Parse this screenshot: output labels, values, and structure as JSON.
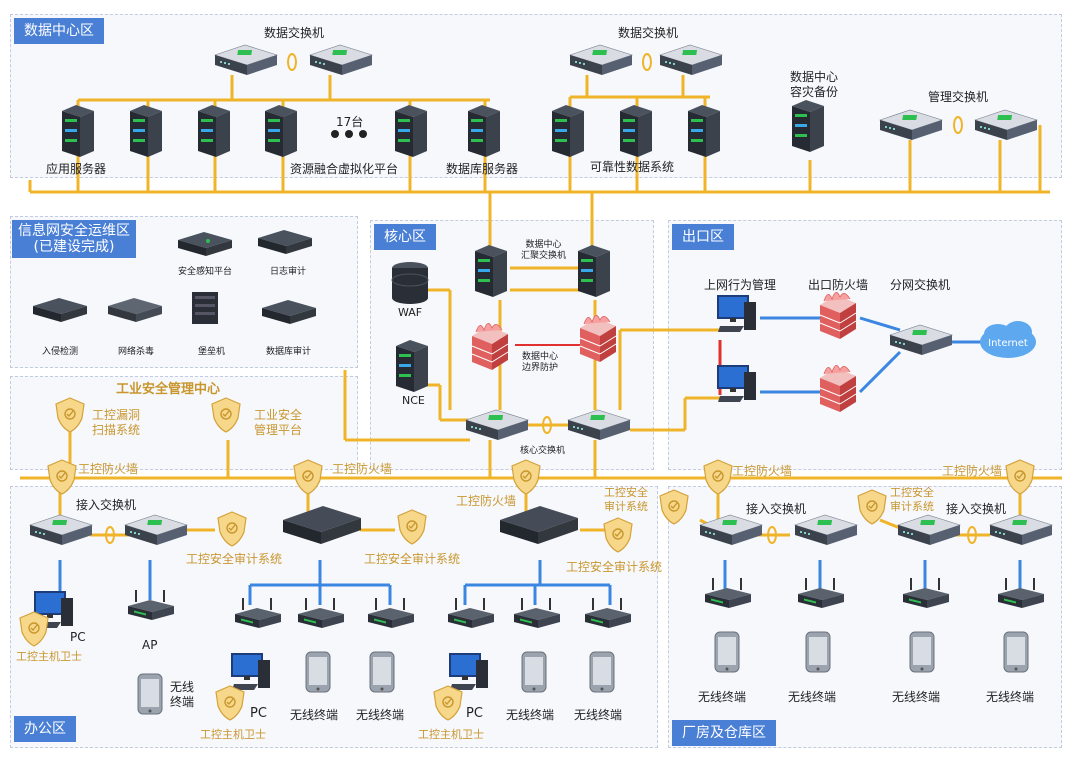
{
  "zones": {
    "datacenter": "数据中心区",
    "secops_line1": "信息网安全运维区",
    "secops_line2": "(已建设完成)",
    "core": "核心区",
    "egress": "出口区",
    "office": "办公区",
    "factory": "厂房及仓库区"
  },
  "datacenter": {
    "switch_left": "数据交换机",
    "switch_right": "数据交换机",
    "app_server": "应用服务器",
    "count_17": "17台",
    "virtual_platform": "资源融合虚拟化平台",
    "db_server": "数据库服务器",
    "reliable_data": "可靠性数据系统",
    "dr_backup_line1": "数据中心",
    "dr_backup_line2": "容灾备份",
    "mgmt_switch": "管理交换机"
  },
  "secops": {
    "sec_awareness": "安全感知平台",
    "log_audit": "日志审计",
    "intrusion": "入侵检测",
    "antivirus": "网络杀毒",
    "bastion": "堡垒机",
    "db_audit": "数据库审计"
  },
  "core": {
    "agg_switch_line1": "数据中心",
    "agg_switch_line2": "汇聚交换机",
    "waf": "WAF",
    "nce": "NCE",
    "border_line1": "数据中心",
    "border_line2": "边界防护",
    "core_switch": "核心交换机"
  },
  "egress": {
    "behavior_mgmt": "上网行为管理",
    "exit_firewall": "出口防火墙",
    "branch_switch": "分网交换机",
    "internet": "Internet"
  },
  "ics": {
    "center_title": "工业安全管理中心",
    "vuln_scan_line1": "工控漏洞",
    "vuln_scan_line2": "扫描系统",
    "mgmt_platform_line1": "工业安全",
    "mgmt_platform_line2": "管理平台",
    "fw1": "工控防火墙",
    "fw2": "工控防火墙",
    "fw3": "工控防火墙",
    "fw4": "工控防火墙",
    "fw5": "工控防火墙"
  },
  "office": {
    "access_switch": "接入交换机",
    "pc1": "PC",
    "guard1": "工控主机卫士",
    "ap": "AP",
    "wireless_line1": "无线",
    "wireless_line2": "终端",
    "audit1": "工控安全审计系统",
    "audit2": "工控安全审计系统",
    "pc2": "PC",
    "guard2": "工控主机卫士",
    "terminal1": "无线终端",
    "terminal2": "无线终端",
    "audit3": "工控安全审计系统",
    "pc3": "PC",
    "guard3": "工控主机卫士",
    "terminal3": "无线终端",
    "terminal4": "无线终端"
  },
  "factory": {
    "audit_a_line1": "工控安全",
    "audit_a_line2": "审计系统",
    "access_switch_a": "接入交换机",
    "audit_b_line1": "工控安全",
    "audit_b_line2": "审计系统",
    "access_switch_b": "接入交换机",
    "terminal1": "无线终端",
    "terminal2": "无线终端",
    "terminal3": "无线终端",
    "terminal4": "无线终端"
  },
  "colors": {
    "zone_tag": "#4a7fd6",
    "gold_line": "#f0b428",
    "blue_line": "#3a86e0",
    "firewall_red": "#e05050"
  }
}
